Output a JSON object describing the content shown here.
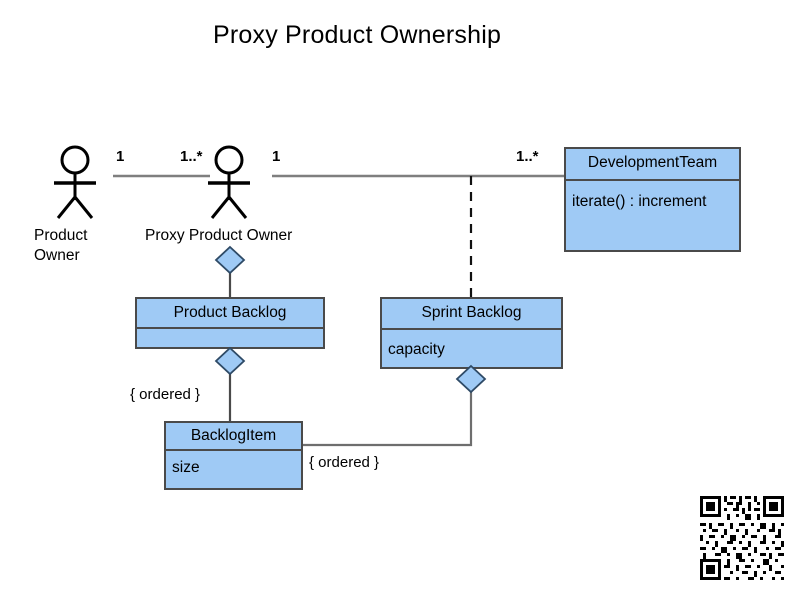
{
  "diagram": {
    "title": "Proxy Product Ownership",
    "background_color": "#ffffff",
    "class_fill_color": "#9FCAF5",
    "class_border_color": "#4A4A4A",
    "line_color": "#7F7F7F",
    "actor_color": "#000000",
    "text_color": "#000000"
  },
  "actors": [
    {
      "name": "product-owner",
      "label_line1": "Product",
      "label_line2": "Owner"
    },
    {
      "name": "proxy-product-owner",
      "label_line1": "Proxy Product Owner",
      "label_line2": ""
    }
  ],
  "classes": [
    {
      "name": "DevelopmentTeam",
      "attributes": [
        "iterate() : increment"
      ]
    },
    {
      "name": "Product Backlog",
      "attributes": [
        ""
      ]
    },
    {
      "name": "Sprint Backlog",
      "attributes": [
        "capacity"
      ]
    },
    {
      "name": "BacklogItem",
      "attributes": [
        "size"
      ]
    }
  ],
  "multiplicities": [
    {
      "name": "mult-po",
      "value": "1"
    },
    {
      "name": "mult-ppo-left",
      "value": "1..*"
    },
    {
      "name": "mult-ppo-right",
      "value": "1"
    },
    {
      "name": "mult-devteam",
      "value": "1..*"
    }
  ],
  "constraints": [
    {
      "name": "constraint-product-backlog-item",
      "value": "{ ordered }"
    },
    {
      "name": "constraint-sprint-backlog-item",
      "value": "{ ordered }"
    }
  ],
  "qr_code": {
    "label": "qr-code"
  }
}
